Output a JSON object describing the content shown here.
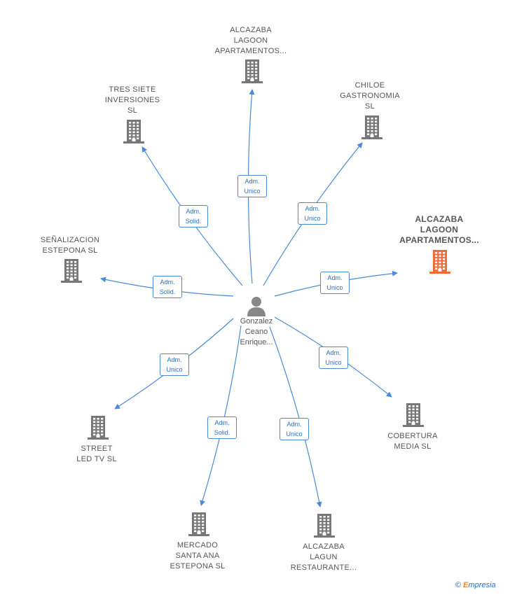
{
  "center": {
    "name": "Gonzalez\nCeano\nEnrique..."
  },
  "companies": [
    {
      "id": "c1",
      "name": "ALCAZABA\nLAGOON\nAPARTAMENTOS...",
      "role": "Adm.\nUnico",
      "highlight": false
    },
    {
      "id": "c2",
      "name": "TRES SIETE\nINVERSIONES\nSL",
      "role": "Adm.\nSolid.",
      "highlight": false
    },
    {
      "id": "c3",
      "name": "CHILOE\nGASTRONOMIA\nSL",
      "role": "Adm.\nUnico",
      "highlight": false
    },
    {
      "id": "c4",
      "name": "ALCAZABA\nLAGOON\nAPARTAMENTOS...",
      "role": "Adm.\nUnico",
      "highlight": true
    },
    {
      "id": "c5",
      "name": "SEÑALIZACION\nESTEPONA  SL",
      "role": "Adm.\nSolid.",
      "highlight": false
    },
    {
      "id": "c6",
      "name": "COBERTURA\nMEDIA  SL",
      "role": "Adm.\nUnico",
      "highlight": false
    },
    {
      "id": "c7",
      "name": "STREET\nLED TV  SL",
      "role": "Adm.\nUnico",
      "highlight": false
    },
    {
      "id": "c8",
      "name": "MERCADO\nSANTA ANA\nESTEPONA  SL",
      "role": "Adm.\nSolid.",
      "highlight": false
    },
    {
      "id": "c9",
      "name": "ALCAZABA\nLAGUN\nRESTAURANTE...",
      "role": "Adm.\nUnico",
      "highlight": false
    }
  ],
  "colors": {
    "edge": "#4a8ad8",
    "building": "#777777",
    "building_highlight": "#f26a3a",
    "person": "#888888"
  },
  "footer": {
    "copyright": "©",
    "brand_first": "E",
    "brand_rest": "mpresia"
  }
}
